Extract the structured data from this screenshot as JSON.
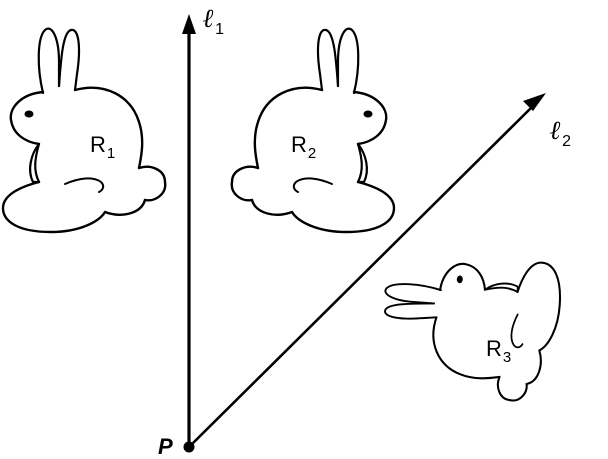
{
  "figure": {
    "point": {
      "name": "P"
    },
    "lines": [
      {
        "symbol": "ℓ",
        "subscript": "1"
      },
      {
        "symbol": "ℓ",
        "subscript": "2"
      }
    ],
    "regions": [
      {
        "letter": "R",
        "subscript": "1",
        "shape": "rabbit"
      },
      {
        "letter": "R",
        "subscript": "2",
        "shape": "rabbit-reflected"
      },
      {
        "letter": "R",
        "subscript": "3",
        "shape": "rabbit-rotated"
      }
    ],
    "ink_color": "#000000",
    "background_color": "#ffffff"
  }
}
